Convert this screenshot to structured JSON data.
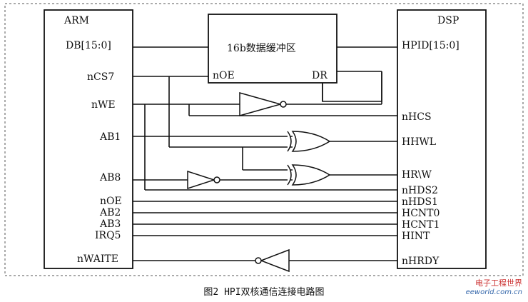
{
  "figure": {
    "arm_title": "ARM",
    "dsp_title": "DSP",
    "buffer_title": "16b数据缓冲区",
    "buffer_noe": "nOE",
    "buffer_dr": "DR",
    "arm_pins": [
      "DB[15:0]",
      "nCS7",
      "nWE",
      "AB1",
      "AB8",
      "nOE",
      "AB2",
      "AB3",
      "IRQ5",
      "nWAITE"
    ],
    "dsp_pins": [
      "HPID[15:0]",
      "nHCS",
      "HHWL",
      "HR\\W",
      "nHDS2",
      "nHDS1",
      "HCNT0",
      "HCNT1",
      "HINT",
      "nHRDY"
    ]
  },
  "caption": "图2 HPI双核通信连接电路图",
  "watermark": {
    "line1": "电子工程世界",
    "line2": "eeworld.com.cn"
  }
}
